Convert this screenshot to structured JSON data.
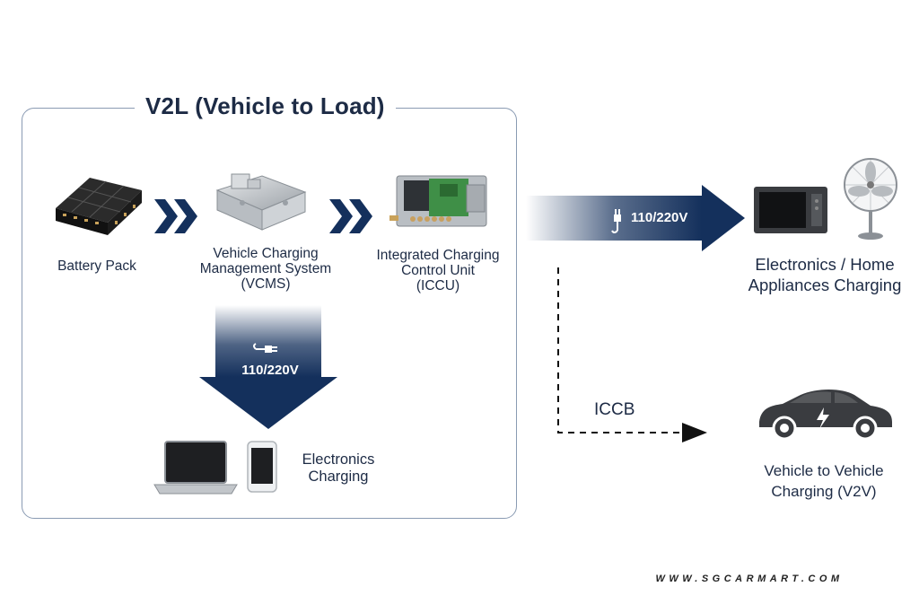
{
  "title": "V2L (Vehicle to Load)",
  "nodes": {
    "battery_pack": "Battery Pack",
    "vcms": [
      "Vehicle Charging",
      "Management System",
      "(VCMS)"
    ],
    "iccu": [
      "Integrated Charging",
      "Control Unit",
      "(ICCU)"
    ],
    "electronics_charging": [
      "Electronics",
      "Charging"
    ],
    "home_appliances": [
      "Electronics / Home",
      "Appliances Charging"
    ],
    "v2v": [
      "Vehicle to Vehicle",
      "Charging (V2V)"
    ]
  },
  "connectors": {
    "down_voltage": "110/220V",
    "right_voltage": "110/220V",
    "iccb": "ICCB"
  },
  "icons": [
    "battery-pack-icon",
    "vcms-module-icon",
    "iccu-board-icon",
    "laptop-icon",
    "smartphone-icon",
    "microwave-icon",
    "fan-icon",
    "car-icon",
    "plug-icon"
  ],
  "colors": {
    "navy": "#14305c",
    "border": "#8a9bb3",
    "text": "#1d2b45"
  },
  "watermark": "WWW.SGCARMART.COM"
}
